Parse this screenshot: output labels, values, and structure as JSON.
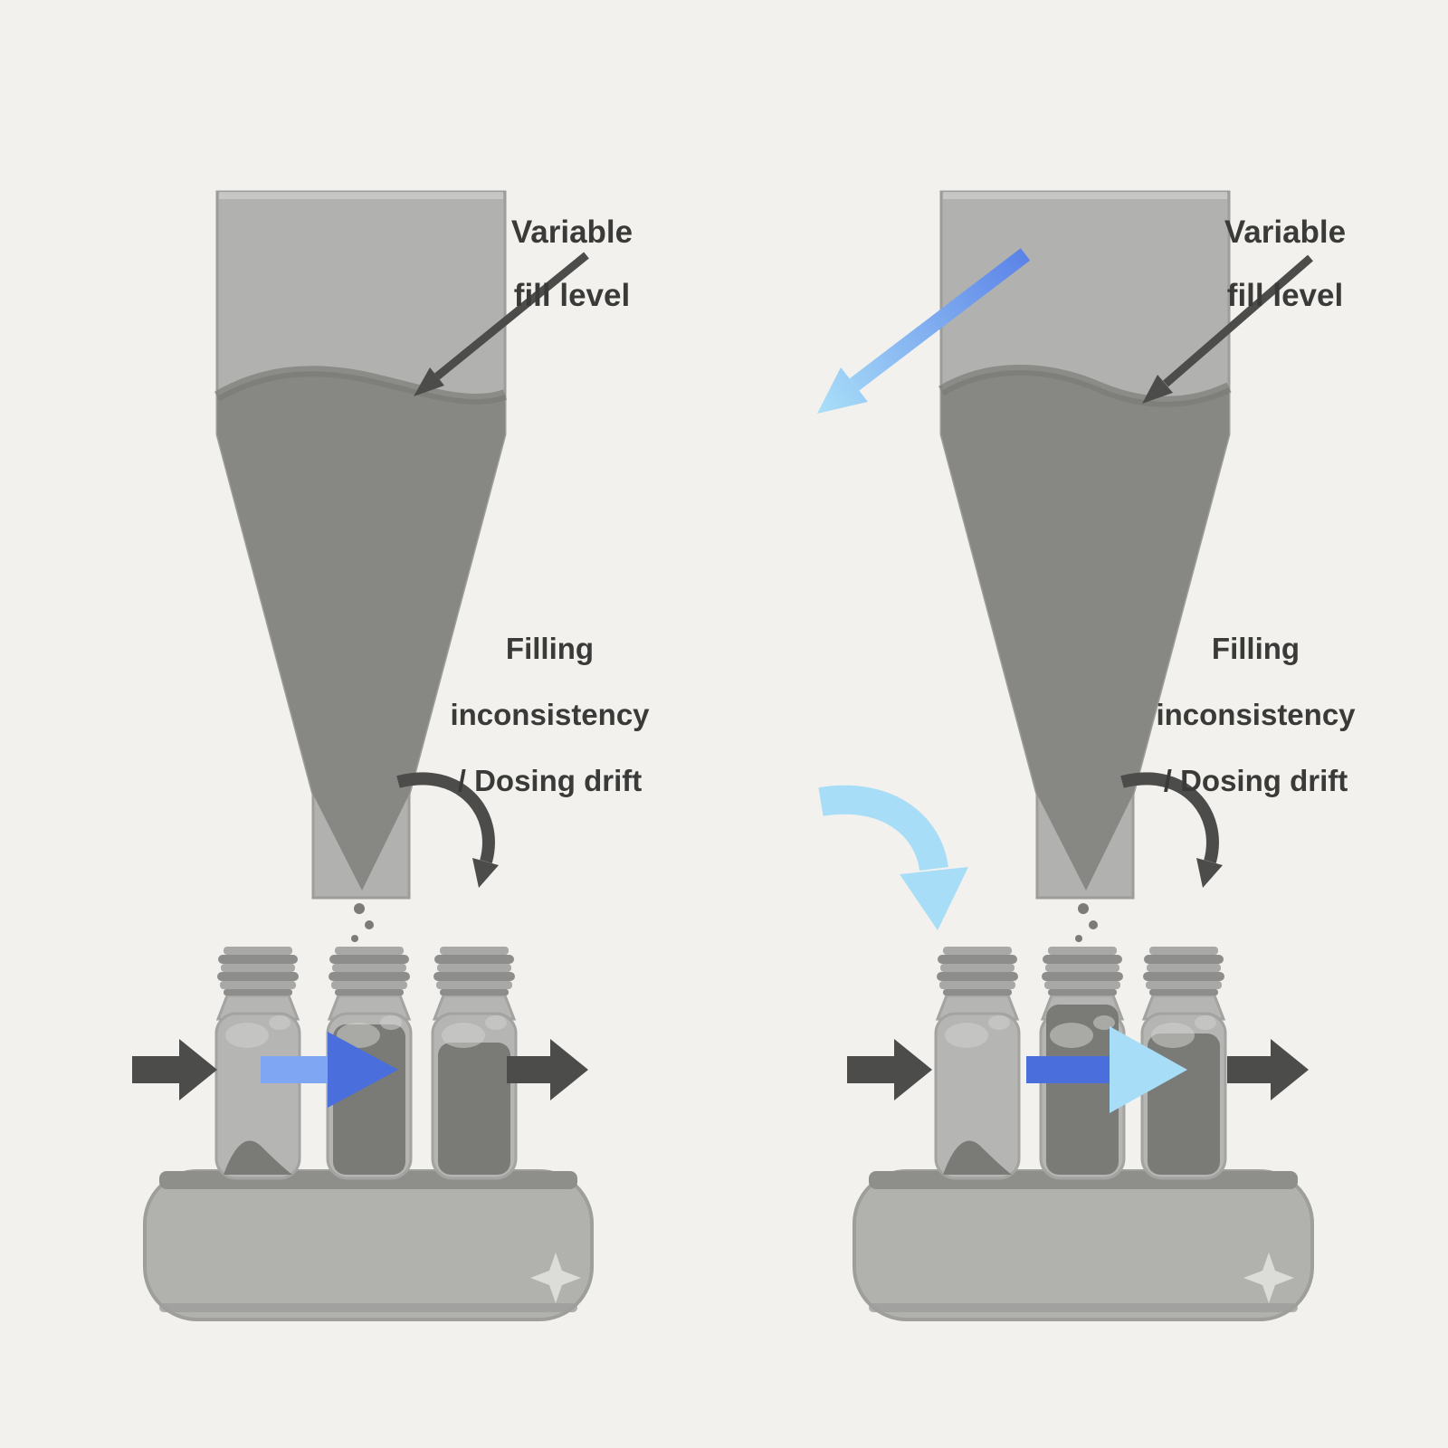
{
  "panels": {
    "left": {
      "labels": {
        "variable_fill_level": [
          "Variable",
          "fill level"
        ],
        "filling_inconsistency": [
          "Filling",
          "inconsistency",
          "/ Dosing drift"
        ]
      }
    },
    "right": {
      "labels": {
        "variable_fill_level": [
          "Variable",
          "fill level"
        ],
        "filling_inconsistency": [
          "Filling",
          "inconsistency",
          "/ Dosing drift"
        ]
      }
    }
  },
  "colors": {
    "background": "#f2f1ee",
    "hopper_wall": "#b1b1af",
    "hopper_edge": "#9d9d9b",
    "material": "#878784",
    "material_shade": "#7b7b78",
    "glass": "#b5b5b3",
    "glass_highlight": "#cfcfcd",
    "jar_fill": "#7a7a77",
    "lid": "#a8a8a6",
    "lid_dark": "#8d8d8b",
    "conveyor": "#b1b1ae",
    "conveyor_band": "#8e8e8b",
    "conveyor_edge": "#9e9e9b",
    "arrow_dark": "#4c4c4a",
    "arrow_blue_royal": "#4a6fdd",
    "arrow_blue_medium": "#7fa6f2",
    "arrow_blue_sky": "#a8ddf8",
    "sparkle": "#dcdcd9",
    "text": "#3a3a38"
  }
}
